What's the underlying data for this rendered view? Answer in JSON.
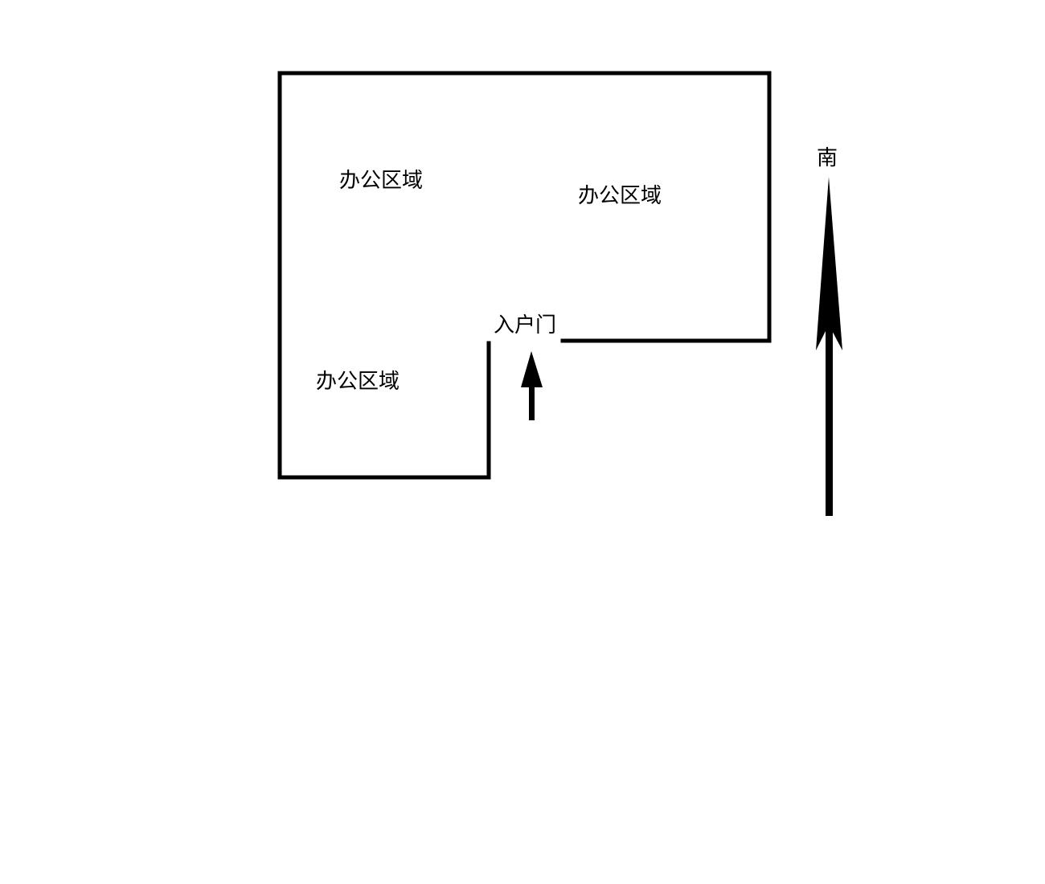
{
  "floor_plan": {
    "office_area_top_left": "办公区域",
    "office_area_top_right": "办公区域",
    "office_area_bottom_left": "办公区域",
    "entrance_door": "入户门"
  },
  "compass": {
    "direction_label": "南"
  },
  "colors": {
    "wall": "#000000",
    "background": "#ffffff"
  },
  "icons": {
    "entrance_arrow": "arrow-up-icon",
    "compass_arrow": "north-arrow-icon"
  }
}
